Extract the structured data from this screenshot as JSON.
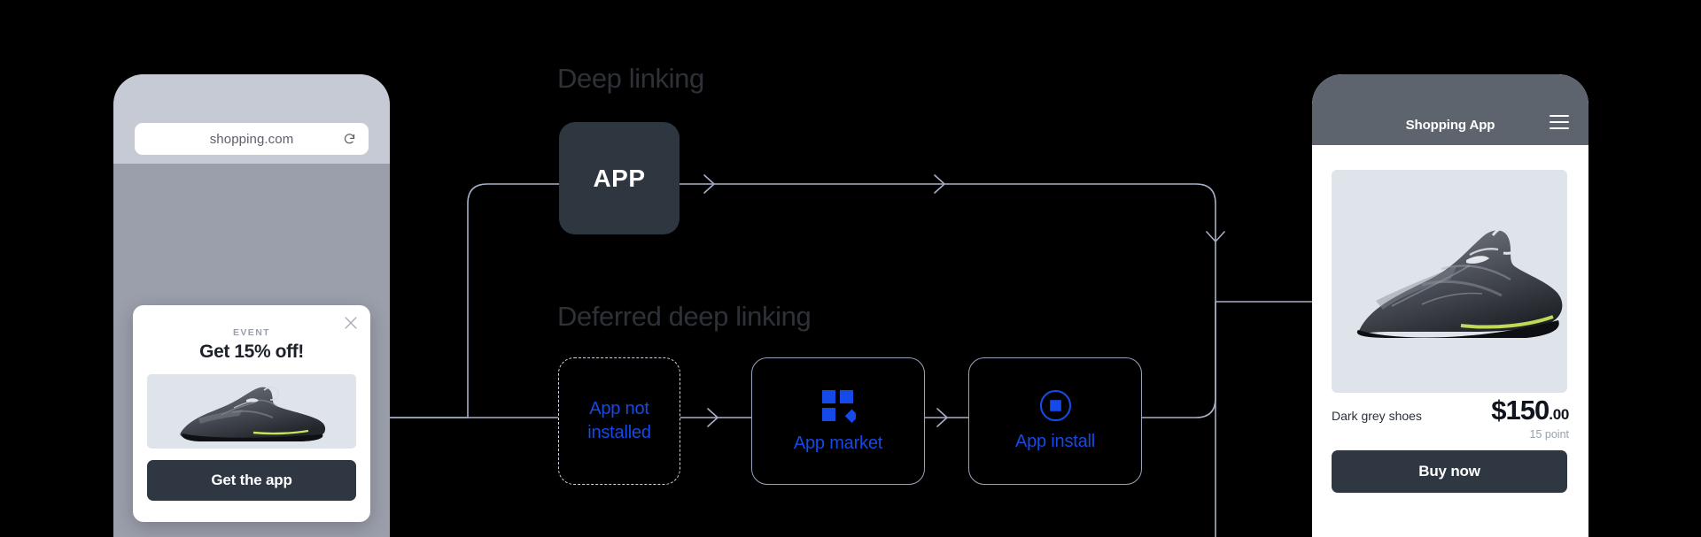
{
  "background_color": "#000000",
  "accent_blue": "#1549e8",
  "wire_color": "#a7afc6",
  "left_phone": {
    "name": "browser-phone",
    "browser": {
      "url": "shopping.com",
      "reload_icon": "reload-icon"
    },
    "popup": {
      "close_icon": "close-icon",
      "eyebrow": "EVENT",
      "headline": "Get 15% off!",
      "product_image_alt": "dark grey running shoe",
      "cta_label": "Get the app"
    }
  },
  "diagram": {
    "titles": {
      "deep_linking": "Deep linking",
      "deferred_deep_linking": "Deferred deep linking"
    },
    "nodes": {
      "app": {
        "label": "APP"
      },
      "app_not_installed": {
        "label": "App not\ninstalled",
        "line1": "App not",
        "line2": "installed"
      },
      "app_market": {
        "label": "App market",
        "icon": "four-squares-icon"
      },
      "app_install": {
        "label": "App install",
        "icon": "circle-square-icon"
      }
    }
  },
  "right_phone": {
    "name": "app-phone",
    "header": {
      "title": "Shopping App",
      "menu_icon": "hamburger-menu-icon"
    },
    "product": {
      "image_alt": "dark grey running shoe",
      "name": "Dark grey shoes",
      "price_main": "$150",
      "price_cents": ".00",
      "points": "15 point",
      "buy_label": "Buy now"
    }
  }
}
